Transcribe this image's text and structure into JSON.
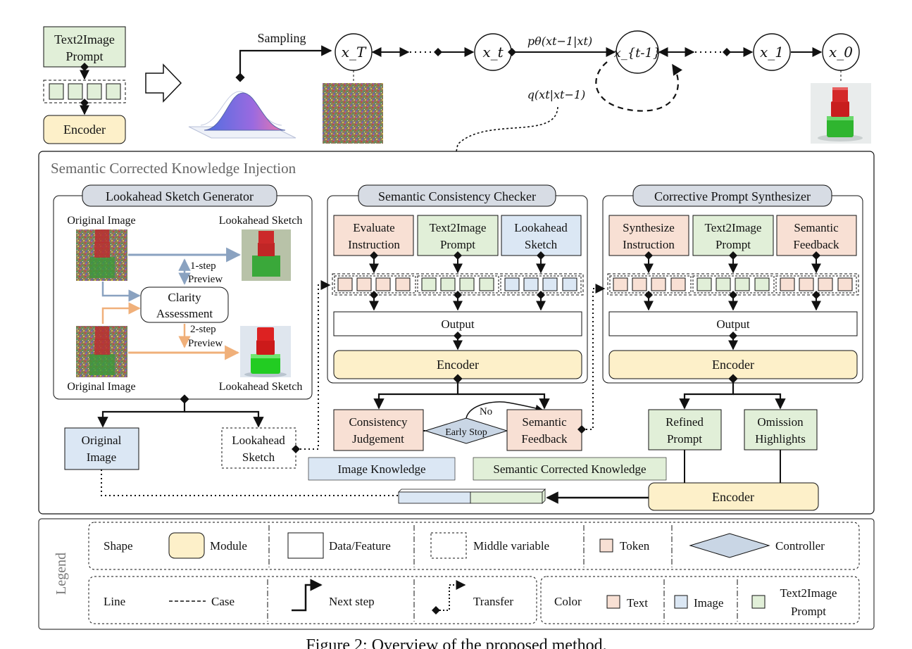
{
  "top": {
    "prompt": [
      "Text2Image",
      "Prompt"
    ],
    "encoder": "Encoder",
    "sampling": "Sampling",
    "nodes": [
      "x_T",
      "x_t",
      "x_{t-1}",
      "x_1",
      "x_0"
    ],
    "forward_label": "pθ(xt−1|xt)",
    "reverse_label": "q(xt|xt−1)"
  },
  "main_title": "Semantic Corrected Knowledge Injection",
  "lsg": {
    "title": "Lookahead Sketch Generator",
    "orig_top": "Original Image",
    "sketch_top": "Lookahead Sketch",
    "step1": [
      "1-step",
      "Preview"
    ],
    "clarity": [
      "Clarity",
      "Assessment"
    ],
    "step2": [
      "2-step",
      "Preview"
    ],
    "orig_bottom": "Original Image",
    "sketch_bottom": "Lookahead Sketch"
  },
  "below_lsg": {
    "original": [
      "Original",
      "Image"
    ],
    "sketch": [
      "Lookahead",
      "Sketch"
    ]
  },
  "scc": {
    "title": "Semantic Consistency Checker",
    "inputs": [
      [
        "Evaluate",
        "Instruction"
      ],
      [
        "Text2Image",
        "Prompt"
      ],
      [
        "Lookahead",
        "Sketch"
      ]
    ],
    "output": "Output",
    "encoder": "Encoder",
    "judgement": [
      "Consistency",
      "Judgement"
    ],
    "early_stop": "Early Stop",
    "no": "No",
    "feedback": [
      "Semantic",
      "Feedback"
    ],
    "image_knowledge": "Image Knowledge",
    "semantic_knowledge": "Semantic Corrected Knowledge"
  },
  "cps": {
    "title": "Corrective Prompt Synthesizer",
    "inputs": [
      [
        "Synthesize",
        "Instruction"
      ],
      [
        "Text2Image",
        "Prompt"
      ],
      [
        "Semantic",
        "Feedback"
      ]
    ],
    "output": "Output",
    "encoder": "Encoder",
    "refined": [
      "Refined",
      "Prompt"
    ],
    "omission": [
      "Omission",
      "Highlights"
    ],
    "final_encoder": "Encoder"
  },
  "legend": {
    "title": "Legend",
    "shape": "Shape",
    "module": "Module",
    "data": "Data/Feature",
    "middle": "Middle variable",
    "token": "Token",
    "controller": "Controller",
    "line": "Line",
    "case": "Case",
    "next": "Next step",
    "transfer": "Transfer",
    "color": "Color",
    "text": "Text",
    "image": "Image",
    "t2i": [
      "Text2Image",
      "Prompt"
    ]
  },
  "caption": "Figure 2: Overview of the proposed method.",
  "colors": {
    "text": "#f8e0d4",
    "image": "#dbe7f4",
    "prompt": "#e1efd8",
    "module": "#fdf0c9",
    "controller": "#c9d6e5",
    "title_pill": "#d7dce4",
    "orange_arrow": "#f0b07a",
    "blue_arrow": "#8aa2c0"
  }
}
